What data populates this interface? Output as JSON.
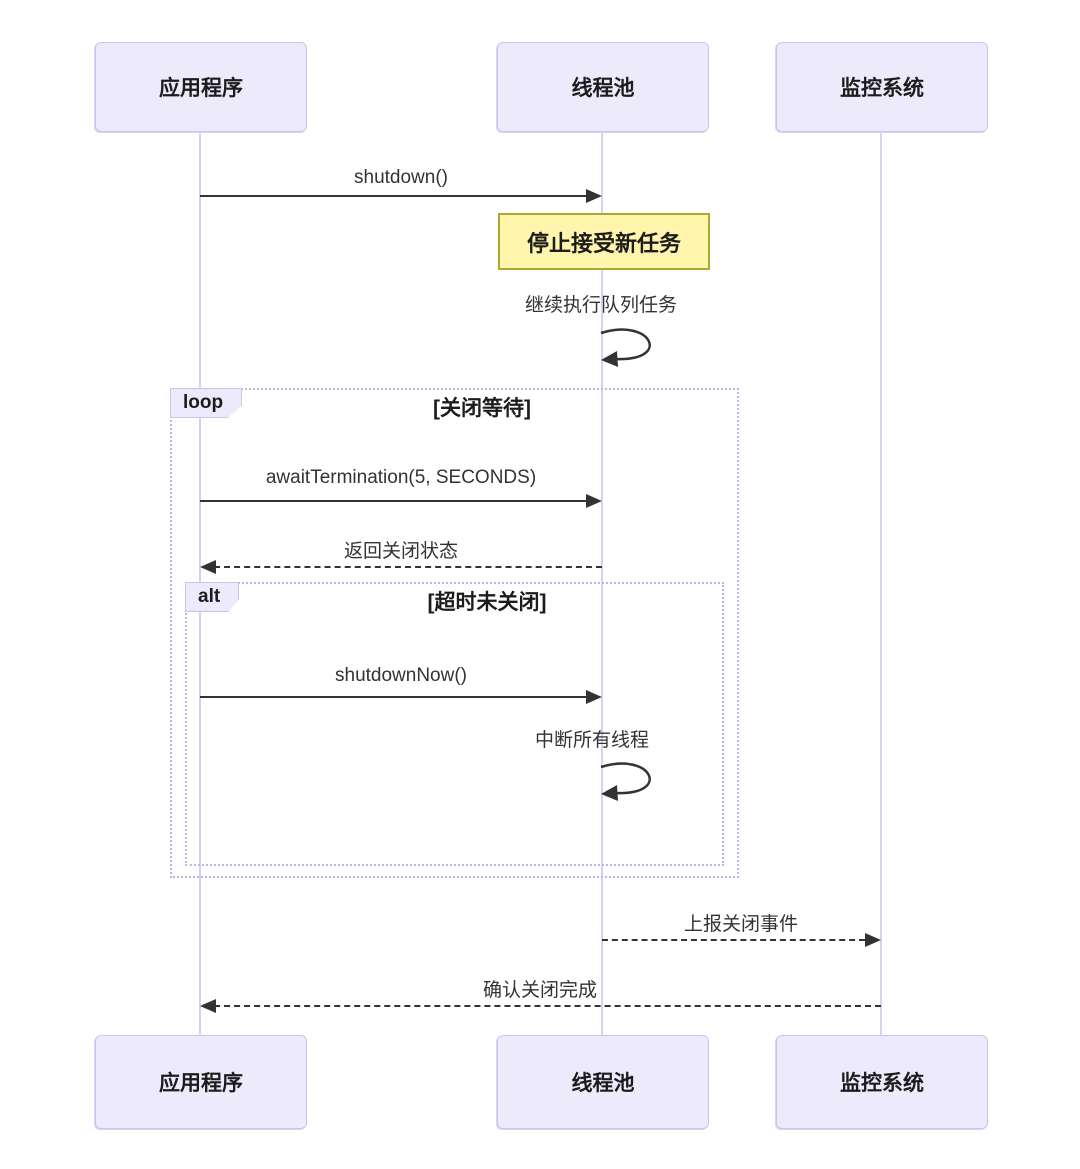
{
  "diagram": {
    "type": "sequence",
    "participants": [
      {
        "label": "应用程序"
      },
      {
        "label": "线程池"
      },
      {
        "label": "监控系统"
      }
    ],
    "messages": [
      {
        "label": "shutdown()",
        "type": "solid",
        "from": "应用程序",
        "to": "线程池"
      },
      {
        "label": "继续执行队列任务",
        "type": "self",
        "on": "线程池"
      },
      {
        "label": "awaitTermination(5, SECONDS)",
        "type": "solid",
        "from": "应用程序",
        "to": "线程池"
      },
      {
        "label": "返回关闭状态",
        "type": "dashed",
        "from": "线程池",
        "to": "应用程序"
      },
      {
        "label": "shutdownNow()",
        "type": "solid",
        "from": "应用程序",
        "to": "线程池"
      },
      {
        "label": "中断所有线程",
        "type": "self",
        "on": "线程池"
      },
      {
        "label": "上报关闭事件",
        "type": "dashed",
        "from": "线程池",
        "to": "监控系统"
      },
      {
        "label": "确认关闭完成",
        "type": "dashed",
        "from": "监控系统",
        "to": "应用程序"
      }
    ],
    "note": {
      "label": "停止接受新任务",
      "over": "线程池"
    },
    "frames": [
      {
        "kind": "loop",
        "tab": "loop",
        "condition": "[关闭等待]"
      },
      {
        "kind": "alt",
        "tab": "alt",
        "condition": "[超时未关闭]"
      }
    ],
    "colors": {
      "actor_fill": "#ECEAFB",
      "actor_border": "#CBC5EE",
      "note_fill": "#FFF5AD",
      "note_border": "#AAAA33",
      "frame_border": "#BCB5E8",
      "lifeline": "#D6D2F2",
      "line": "#333333"
    }
  }
}
